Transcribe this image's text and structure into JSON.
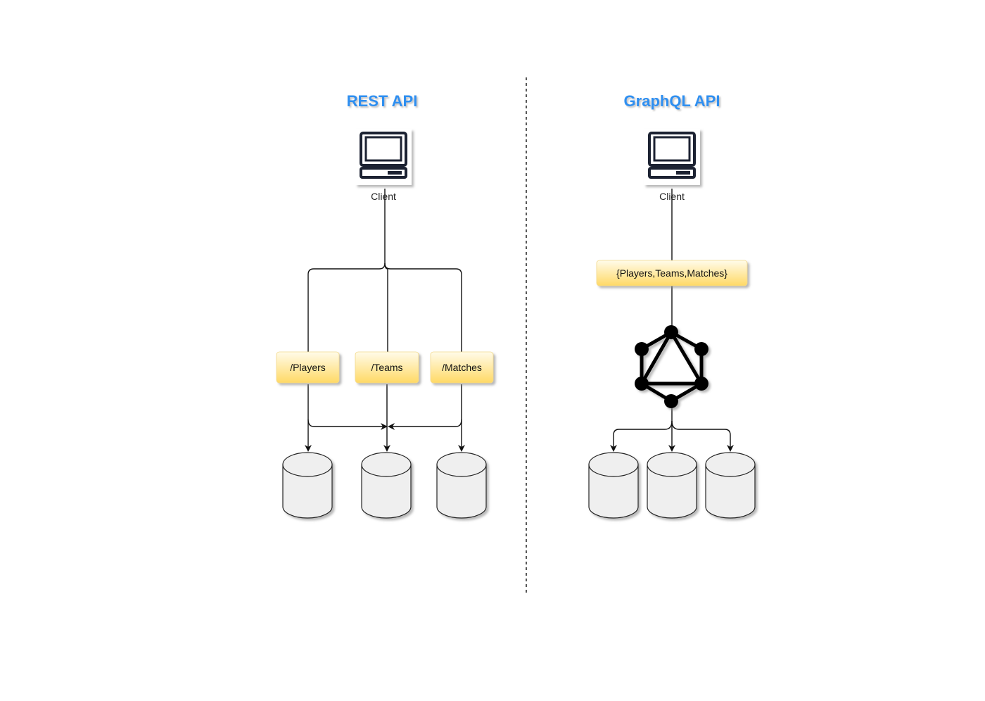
{
  "rest": {
    "title": "REST API",
    "client_label": "Client",
    "endpoints": [
      "/Players",
      "/Teams",
      "/Matches"
    ]
  },
  "graphql": {
    "title": "GraphQL API",
    "client_label": "Client",
    "query_label": "{Players,Teams,Matches}"
  },
  "colors": {
    "title": "#2f8ff0",
    "box_fill_top": "#fff9e0",
    "box_fill_bottom": "#ffd966",
    "db_fill": "#efefef",
    "divider": "#222222"
  }
}
